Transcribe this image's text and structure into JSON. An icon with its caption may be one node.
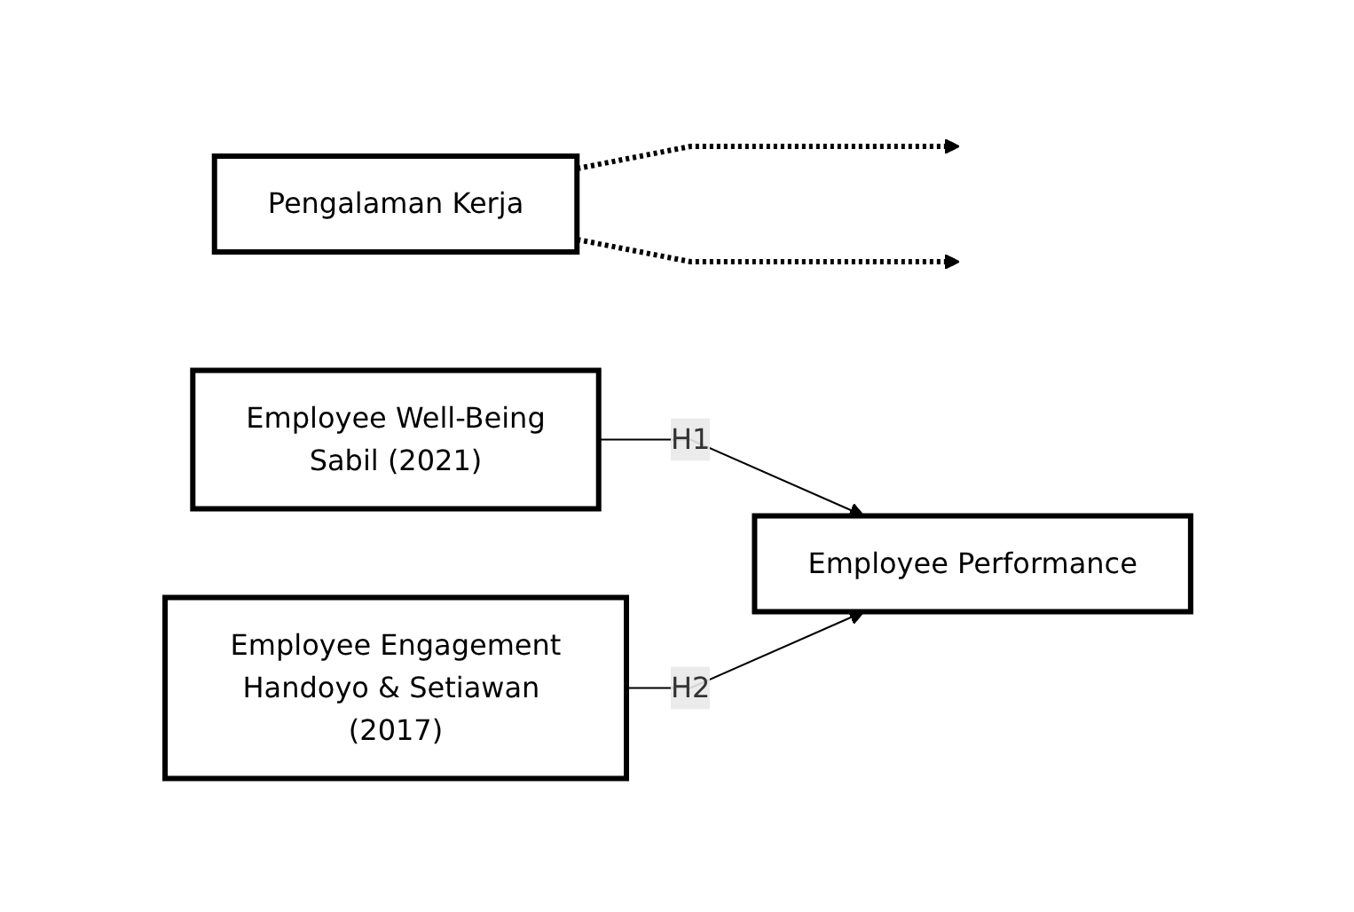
{
  "diagram": {
    "nodes": [
      {
        "text": [
          "Pengalaman Kerja"
        ]
      },
      {
        "text": [
          "Employee Well-Being",
          "Sabil (2021)"
        ]
      },
      {
        "text": [
          "Employee Performance"
        ]
      },
      {
        "text": [
          "Employee Engagement",
          "Handoyo & Setiawan (2017)"
        ]
      }
    ],
    "edges": [
      {
        "from": 1,
        "to": 2,
        "arrow": "to",
        "label": "H1"
      },
      {
        "from": 3,
        "to": 2,
        "arrow": "to",
        "label": "H2"
      },
      {
        "from": 0,
        "to": null,
        "arrow": "to",
        "style": "dashed"
      },
      {
        "from": 0,
        "to": null,
        "arrow": "to",
        "style": "dashed"
      }
    ]
  }
}
